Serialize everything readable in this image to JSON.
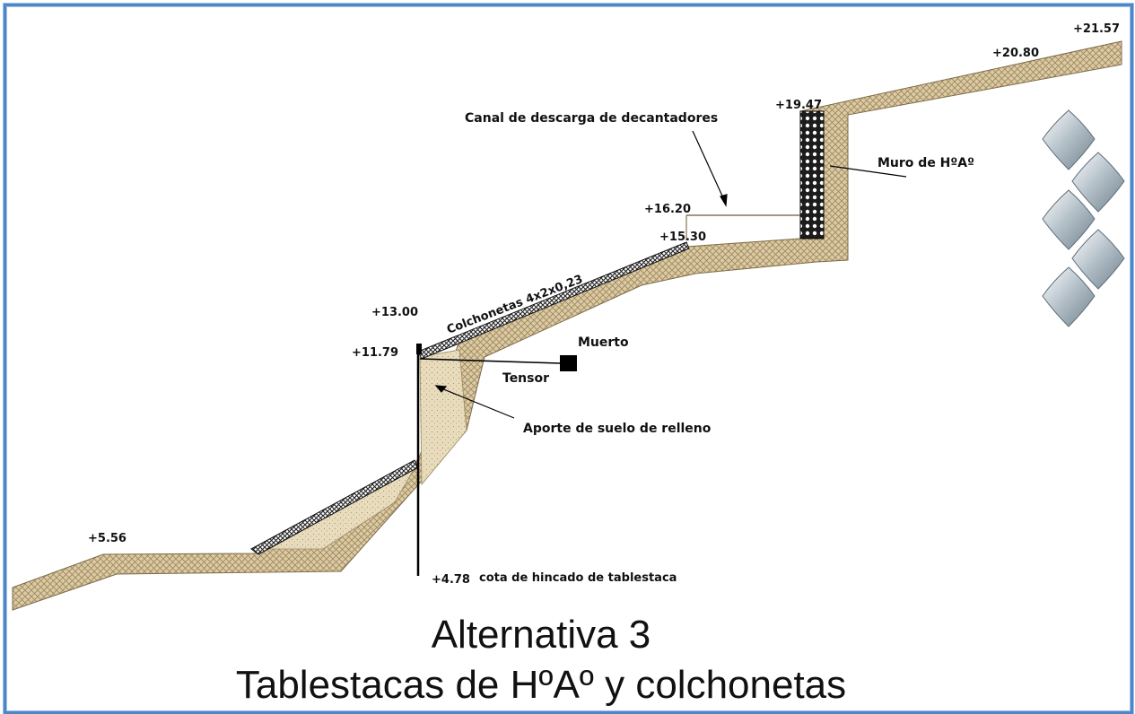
{
  "elevations": {
    "e2157": "+21.57",
    "e2080": "+20.80",
    "e1947": "+19.47",
    "e1620": "+16.20",
    "e1530": "+15.30",
    "e1300": "+13.00",
    "e1179": "+11.79",
    "e556": "+5.56",
    "e478": "+4.78"
  },
  "annotations": {
    "canal": "Canal de descarga de decantadores",
    "muro": "Muro de HºAº",
    "colchonetas": "Colchonetas 4x2x0,23",
    "muerto": "Muerto",
    "tensor": "Tensor",
    "aporte": "Aporte de suelo de relleno",
    "hincado": "cota de hincado de tablestaca"
  },
  "title": {
    "line1": "Alternativa 3",
    "line2": "Tablestacas de HºAº y colchonetas"
  },
  "colors": {
    "soil": "#d9c49a",
    "soil_hatch": "#9a8660",
    "mattress": "#2a2a2a",
    "frame": "#4f86c6",
    "diamond": "#8f9ea8"
  }
}
